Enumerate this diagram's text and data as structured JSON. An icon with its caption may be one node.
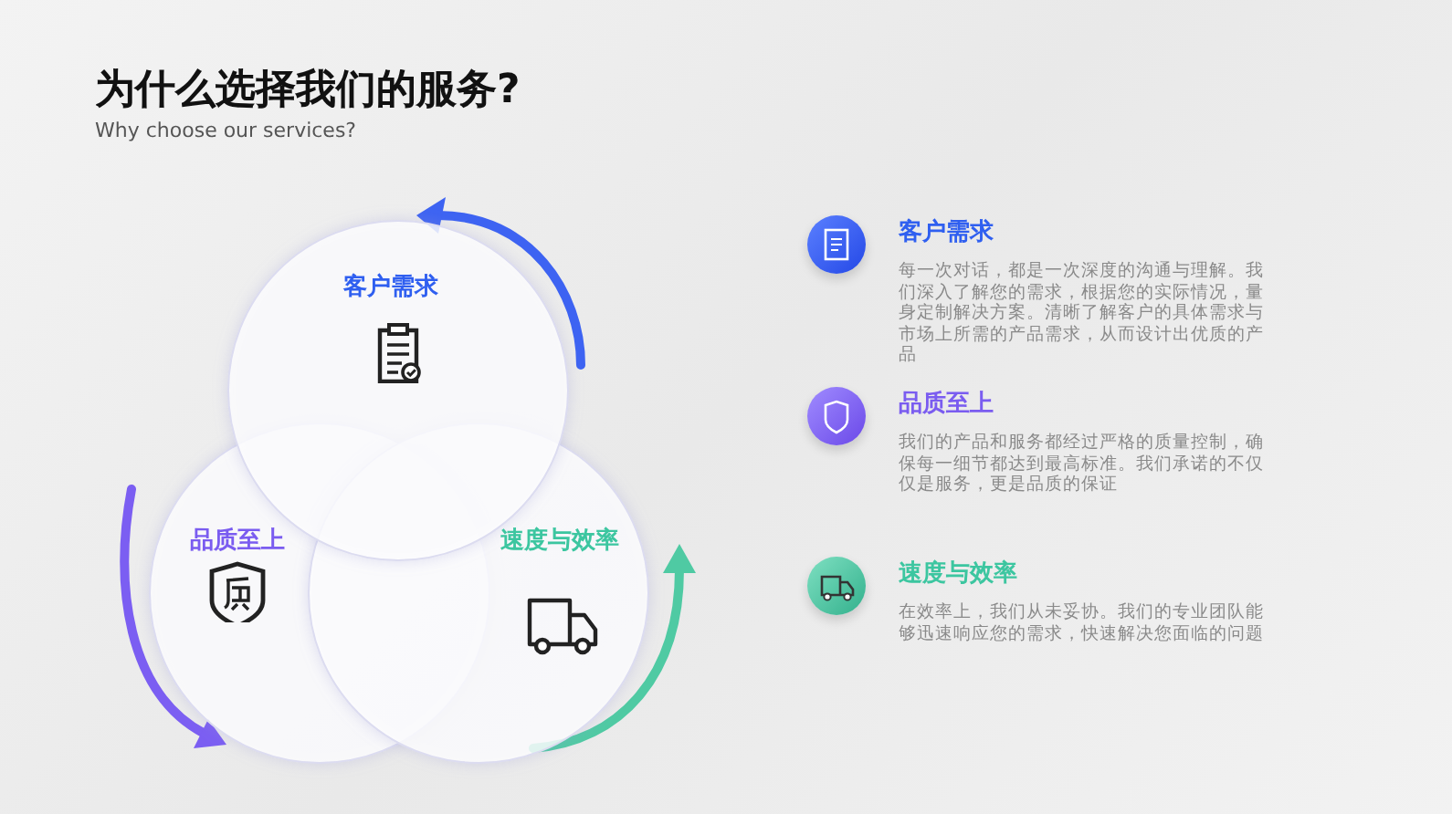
{
  "diagram": {
    "title": "为什么选择我们的服务?",
    "nodes": [
      {
        "text": [
          "品质至上"
        ]
      },
      {
        "text": [
          "速度与效率"
        ]
      },
      {
        "text": [
          "客户需求"
        ]
      }
    ],
    "labels": [
      "Why choose our services?",
      "客户需求",
      "每一次对话，都是一次深度的沟通与理解。我们深入了解您的需求，根据您的实际情况，量身定制解决方案。清晰了解客户的具体需求与市场上所需的产品需求，从而设计出优质的产品",
      "品质至上",
      "我们的产品和服务都经过严格的质量控制，确保每一细节都达到最高标准。我们承诺的不仅仅是服务，更是品质的保证",
      "速度与效率",
      "在效率上，我们从未妥协。我们的专业团队能够迅速响应您的需求，快速解决您面临的问题"
    ]
  }
}
